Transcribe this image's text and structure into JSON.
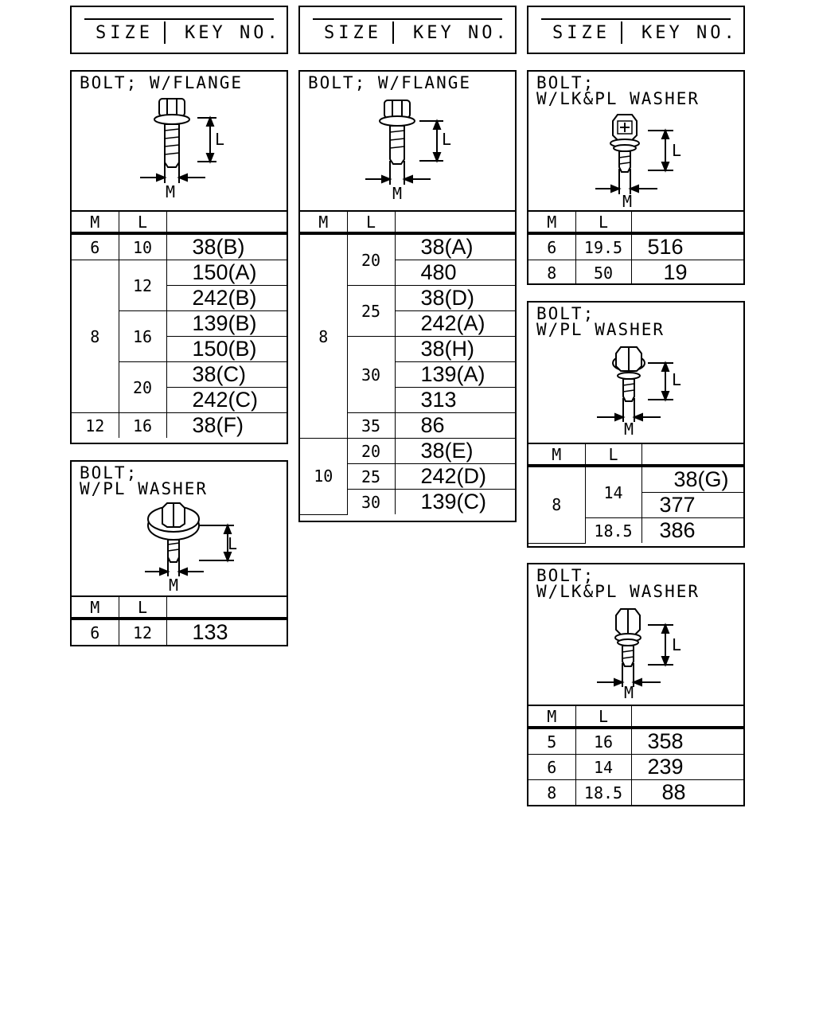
{
  "header": {
    "size_label": "SIZE",
    "key_label": "KEY NO."
  },
  "columns": {
    "m": "M",
    "l": "L"
  },
  "diagram_labels": {
    "length": "L",
    "diameter": "M"
  },
  "parts": {
    "p1": {
      "title": "BOLT; W/FLANGE",
      "rows": [
        {
          "m": "6",
          "l": "10",
          "key": "38(B)"
        },
        {
          "m": "8",
          "l": "12",
          "key": "150(A)"
        },
        {
          "key": "242(B)"
        },
        {
          "l": "16",
          "key": "139(B)"
        },
        {
          "key": "150(B)"
        },
        {
          "l": "20",
          "key": "38(C)"
        },
        {
          "key": "242(C)"
        },
        {
          "m": "12",
          "l": "16",
          "key": "38(F)"
        }
      ]
    },
    "p2": {
      "title": "BOLT;\nW/PL WASHER",
      "rows": [
        {
          "m": "6",
          "l": "12",
          "key": "133"
        }
      ]
    },
    "p3": {
      "title": "BOLT; W/FLANGE",
      "rows": [
        {
          "m": "8",
          "l": "20",
          "key": "38(A)"
        },
        {
          "key": "480"
        },
        {
          "l": "25",
          "key": "38(D)"
        },
        {
          "key": "242(A)"
        },
        {
          "l": "30",
          "key": "38(H)"
        },
        {
          "key": "139(A)"
        },
        {
          "key": "313"
        },
        {
          "l": "35",
          "key": "86"
        },
        {
          "m": "10",
          "l": "20",
          "key": "38(E)"
        },
        {
          "l": "25",
          "key": "242(D)"
        },
        {
          "l": "30",
          "key": "139(C)"
        }
      ]
    },
    "p4": {
      "title": "BOLT;\nW/LK&PL WASHER",
      "rows": [
        {
          "m": "6",
          "l": "19.5",
          "key": "516"
        },
        {
          "m": "8",
          "l": "50",
          "key": "19"
        }
      ]
    },
    "p5": {
      "title": "BOLT;\nW/PL WASHER",
      "rows": [
        {
          "m": "8",
          "l": "14",
          "key": "38(G)"
        },
        {
          "key": "377"
        },
        {
          "l": "18.5",
          "key": "386"
        }
      ]
    },
    "p6": {
      "title": "BOLT;\nW/LK&PL WASHER",
      "rows": [
        {
          "m": "5",
          "l": "16",
          "key": "358"
        },
        {
          "m": "6",
          "l": "14",
          "key": "239"
        },
        {
          "m": "8",
          "l": "18.5",
          "key": "88"
        }
      ]
    }
  }
}
